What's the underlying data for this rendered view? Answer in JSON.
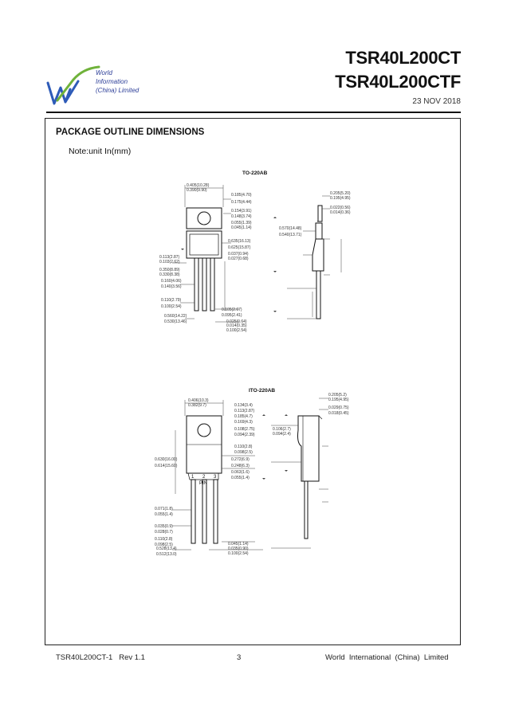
{
  "header": {
    "company_name_line1": "World",
    "company_name_line2": "Information",
    "company_name_line3": "(China) Limited",
    "part_number_1": "TSR40L200CT",
    "part_number_2": "TSR40L200CTF",
    "date": "23 NOV 2018"
  },
  "section": {
    "title": "PACKAGE OUTLINE DIMENSIONS",
    "note": "Note:unit In(mm)"
  },
  "packages": [
    {
      "name": "TO-220AB",
      "dims": [
        "0.405(10.28)",
        "0.390(9.90)",
        "0.185(4.70)",
        "0.175(4.44)",
        "0.154(3.91)",
        "0.148(3.74)",
        "0.055(1.39)",
        "0.045(1.14)",
        "0.113(2.87)",
        "0.103(2.62)",
        "0.635(16.13)",
        "0.625(15.87)",
        "0.350(8.89)",
        "0.330(8.38)",
        "0.160(4.06)",
        "0.140(3.56)",
        "0.110(2.79)",
        "0.100(2.54)",
        "0.037(0.94)",
        "0.027(0.68)",
        "0.560(14.22)",
        "0.530(13.46)",
        "0.105(2.67)",
        "0.095(2.41)",
        "0.025(0.64)",
        "0.014(0.35)",
        "0.100(2.54)",
        "0.205(5.20)",
        "0.195(4.95)",
        "0.022(0.56)",
        "0.014(0.36)",
        "0.570(14.48)",
        "0.540(13.71)"
      ]
    },
    {
      "name": "ITO-220AB",
      "pins": [
        "1",
        "2",
        "3"
      ],
      "pin_label": "PIN",
      "dims": [
        "0.406(10.3)",
        "0.382(9.7)",
        "0.134(3.4)",
        "0.113(2.87)",
        "0.185(4.7)",
        "0.169(4.3)",
        "0.108(2.75)",
        "0.094(2.39)",
        "0.110(2.8)",
        "0.098(2.5)",
        "0.272(6.9)",
        "0.248(6.3)",
        "0.630(16.00)",
        "0.614(15.60)",
        "0.063(1.6)",
        "0.055(1.4)",
        "0.071(1.8)",
        "0.055(1.4)",
        "0.035(0.9)",
        "0.028(0.7)",
        "0.110(2.8)",
        "0.098(2.5)",
        "0.528(13.4)",
        "0.512(13.0)",
        "0.045(1.14)",
        "0.035(0.90)",
        "0.100(2.54)",
        "0.205(5.2)",
        "0.195(4.95)",
        "0.029(0.75)",
        "0.018(0.45)",
        "0.106(2.7)",
        "0.094(2.4)"
      ]
    }
  ],
  "footer": {
    "doc_id": "TSR40L200CT-1",
    "rev": "Rev 1.1",
    "page": "3",
    "company": "World  International  (China)  Limited"
  }
}
